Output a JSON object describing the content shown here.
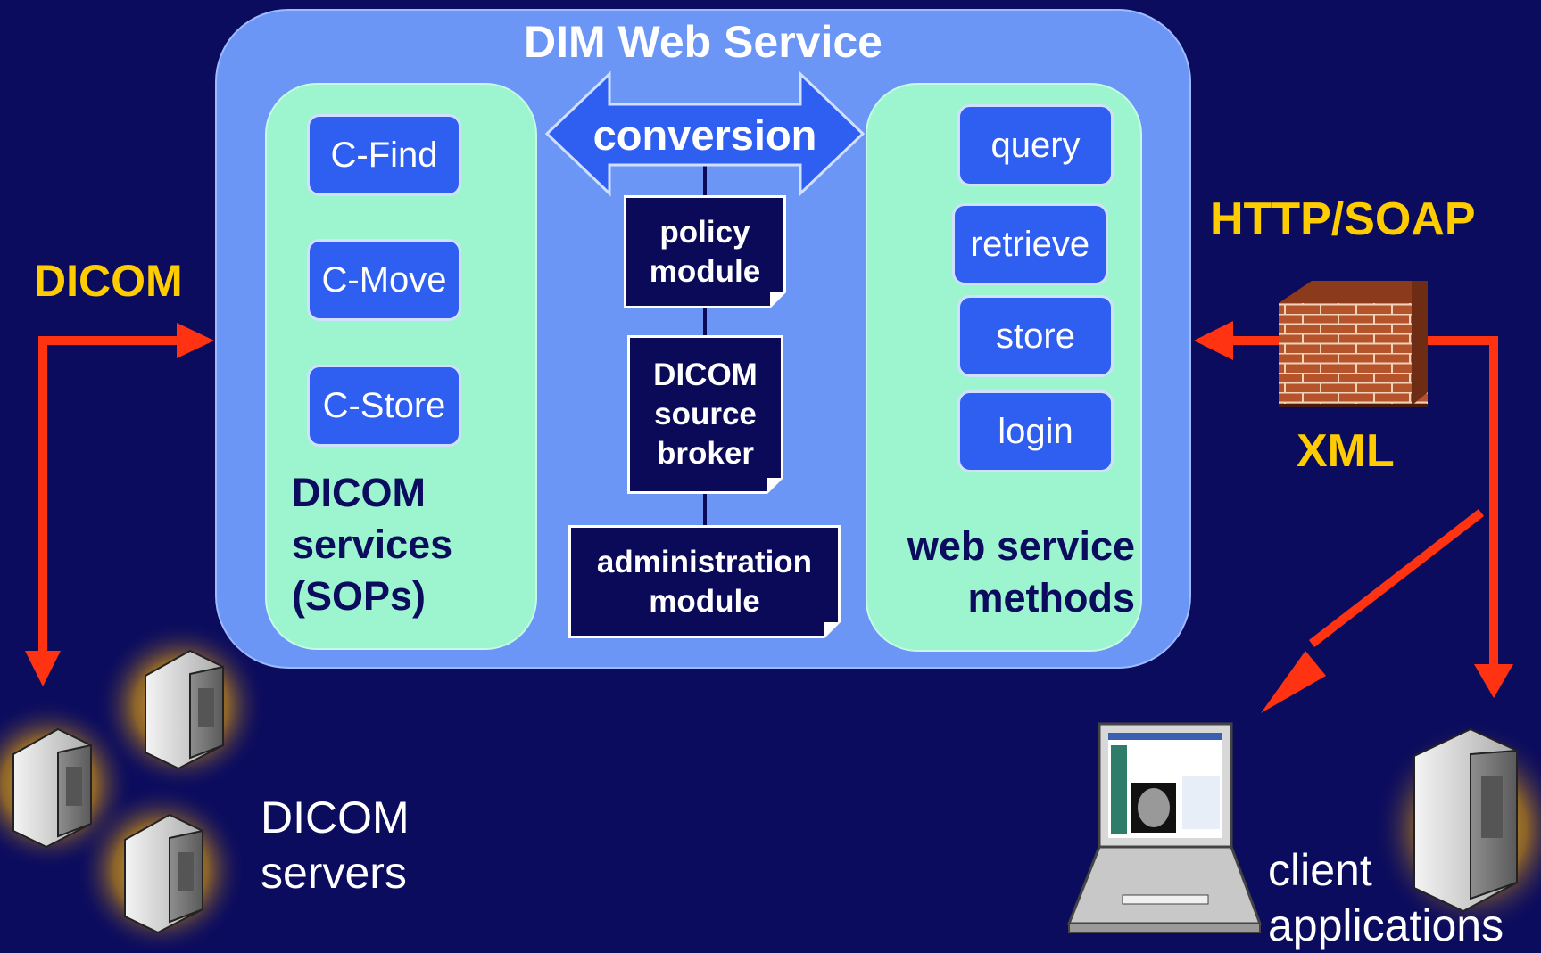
{
  "title": "DIM Web Service",
  "dicom_services": {
    "buttons": [
      "C-Find",
      "C-Move",
      "C-Store"
    ],
    "label_lines": [
      "DICOM",
      "services",
      "(SOPs)"
    ]
  },
  "conversion_label": "conversion",
  "modules": {
    "policy": [
      "policy",
      "module"
    ],
    "broker": [
      "DICOM",
      "source",
      "broker"
    ],
    "administration": [
      "administration",
      "module"
    ]
  },
  "web_service_methods": {
    "buttons": [
      "query",
      "retrieve",
      "store",
      "login"
    ],
    "label_lines": [
      "web service",
      "methods"
    ]
  },
  "protocols": {
    "dicom": "DICOM",
    "http_soap": "HTTP/SOAP",
    "xml": "XML"
  },
  "endpoints": {
    "dicom_servers": [
      "DICOM",
      "servers"
    ],
    "client_applications": [
      "client",
      "applications"
    ]
  },
  "colors": {
    "background": "#0c0c5e",
    "panel_blue": "#6b96f5",
    "panel_green": "#9cf5cf",
    "button_blue": "#2f5ff0",
    "arrow_red": "#ff3311",
    "label_yellow": "#ffcc00"
  }
}
